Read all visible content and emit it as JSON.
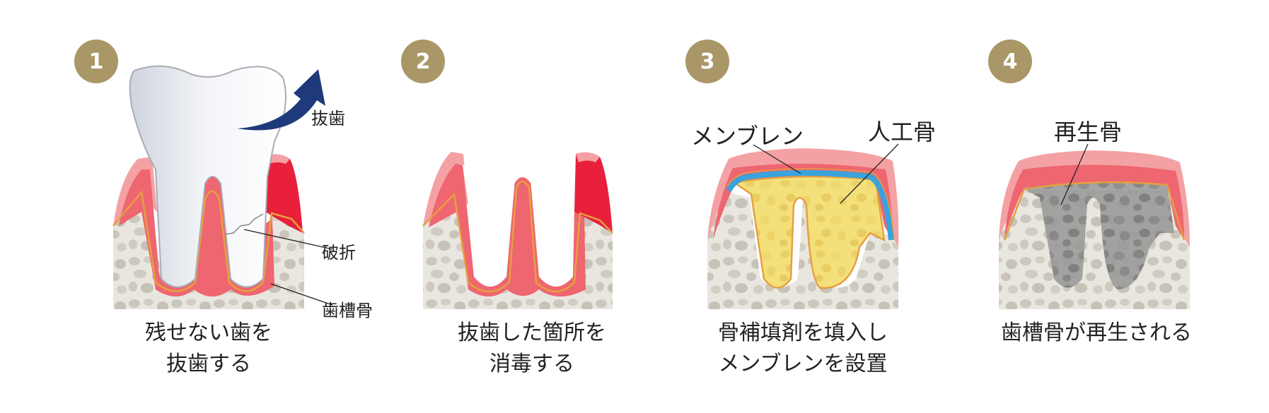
{
  "colors": {
    "badge": "#a99767",
    "gum_light": "#f4a1a4",
    "gum": "#ee6670",
    "gum_inflamed": "#e8203c",
    "bone_fill": "#e9e6df",
    "bone_cell": "#cbc7bd",
    "bone_edge": "#e5a040",
    "membrane": "#3aa3dc",
    "artificial_bone": "#f4e07a",
    "regenerated_bone": "#8a8a8a",
    "arrow": "#1f3a7a"
  },
  "steps": [
    {
      "number": "1",
      "caption": [
        "残せない歯を",
        "抜歯する"
      ],
      "labels": {
        "extraction": "抜歯",
        "fracture": "破折",
        "alveolar_bone": "歯槽骨"
      }
    },
    {
      "number": "2",
      "caption": [
        "抜歯した箇所を",
        "消毒する"
      ]
    },
    {
      "number": "3",
      "caption": [
        "骨補填剤を填入し",
        "メンブレンを設置"
      ],
      "labels": {
        "membrane": "メンブレン",
        "artificial_bone": "人工骨"
      }
    },
    {
      "number": "4",
      "caption": [
        "歯槽骨が再生される"
      ],
      "labels": {
        "regenerated_bone": "再生骨"
      }
    }
  ]
}
